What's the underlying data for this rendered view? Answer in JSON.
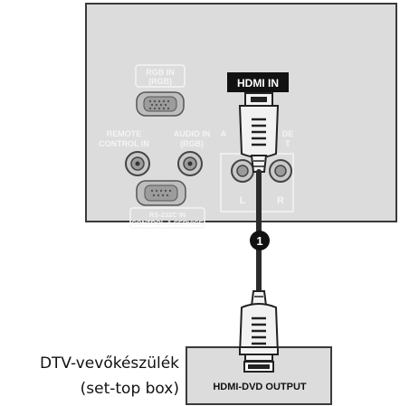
{
  "tv_panel": {
    "rgb_in_label_1": "RGB IN",
    "rgb_in_label_2": "(RGB)",
    "remote_label_1": "REMOTE",
    "remote_label_2": "CONTROL IN",
    "audio_in_label_1": "AUDIO IN",
    "audio_in_label_2": "(RGB)",
    "hdmi_in_label": "HDMI IN",
    "hidden_label_1": "DE",
    "hidden_label_2": "T",
    "l_label": "L",
    "r_label": "R",
    "rs232c_label_1": "RS-232C IN",
    "rs232c_label_2": "(CONTROL & SERVICE)"
  },
  "step_marker": "1",
  "device": {
    "output_label": "HDMI-DVD OUTPUT",
    "caption_line1": "DTV-vevőkészülék",
    "caption_line2": "(set-top box)"
  },
  "colors": {
    "panel_fill": "#dcdcdc",
    "panel_border": "#3a3a3a",
    "faded_text": "#f4f4f4",
    "label_badge": "#111111",
    "cable": "#2b2b2b"
  }
}
